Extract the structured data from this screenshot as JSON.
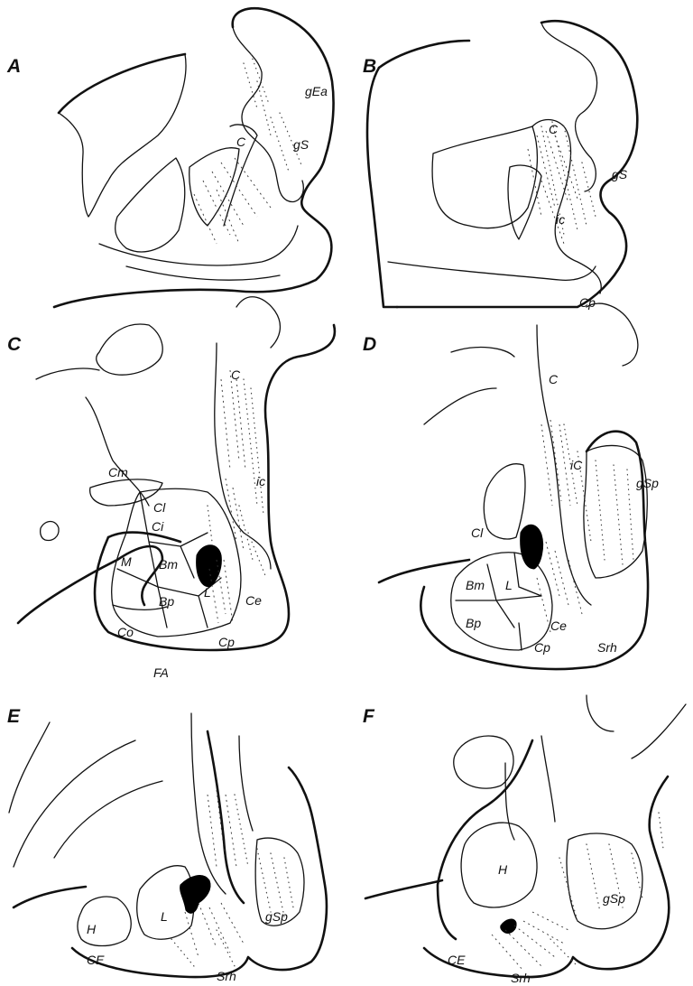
{
  "panels": [
    {
      "id": "A",
      "label": "A",
      "structures": [
        "gEa",
        "C",
        "gS"
      ]
    },
    {
      "id": "B",
      "label": "B",
      "structures": [
        "C",
        "gS",
        "ic",
        "Cp"
      ]
    },
    {
      "id": "C",
      "label": "C",
      "structures": [
        "C",
        "Cm",
        "Cl",
        "Ci",
        "ic",
        "M",
        "Bm",
        "Bp",
        "L",
        "Ce",
        "Co",
        "Cp",
        "FA"
      ]
    },
    {
      "id": "D",
      "label": "D",
      "structures": [
        "C",
        "iC",
        "gSp",
        "Cl",
        "Bm",
        "L",
        "Bp",
        "Ce",
        "Cp",
        "Srh"
      ]
    },
    {
      "id": "E",
      "label": "E",
      "structures": [
        "H",
        "L",
        "gSp",
        "CE",
        "Srh"
      ]
    },
    {
      "id": "F",
      "label": "F",
      "structures": [
        "H",
        "gSp",
        "CE",
        "Srh"
      ]
    }
  ]
}
